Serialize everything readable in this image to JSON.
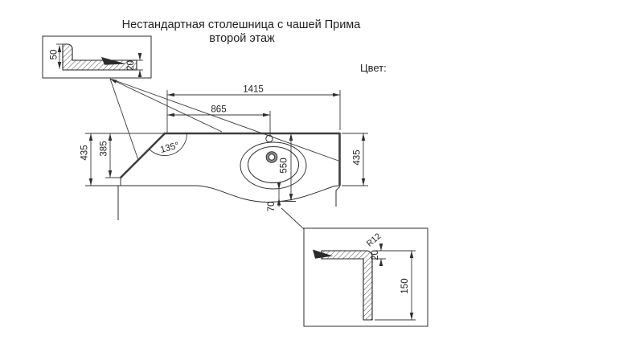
{
  "title": {
    "line1": "Нестандартная столешница с чашей Прима",
    "line2": "второй этаж"
  },
  "color_label": "Цвет:",
  "plan": {
    "dim_total_width": "1415",
    "dim_left_to_faucet": "865",
    "dim_left_depth": "435",
    "dim_left_edge_length": "385",
    "dim_right_depth": "435",
    "dim_corner_angle": "135°",
    "dim_bowl_depth": "550",
    "dim_front_gap": "70"
  },
  "wall_profile_detail": {
    "dim_upstand_height": "50",
    "dim_top_thickness": "20"
  },
  "front_edge_detail": {
    "dim_radius": "R12",
    "dim_top_thickness": "20",
    "dim_apron_height": "150"
  }
}
